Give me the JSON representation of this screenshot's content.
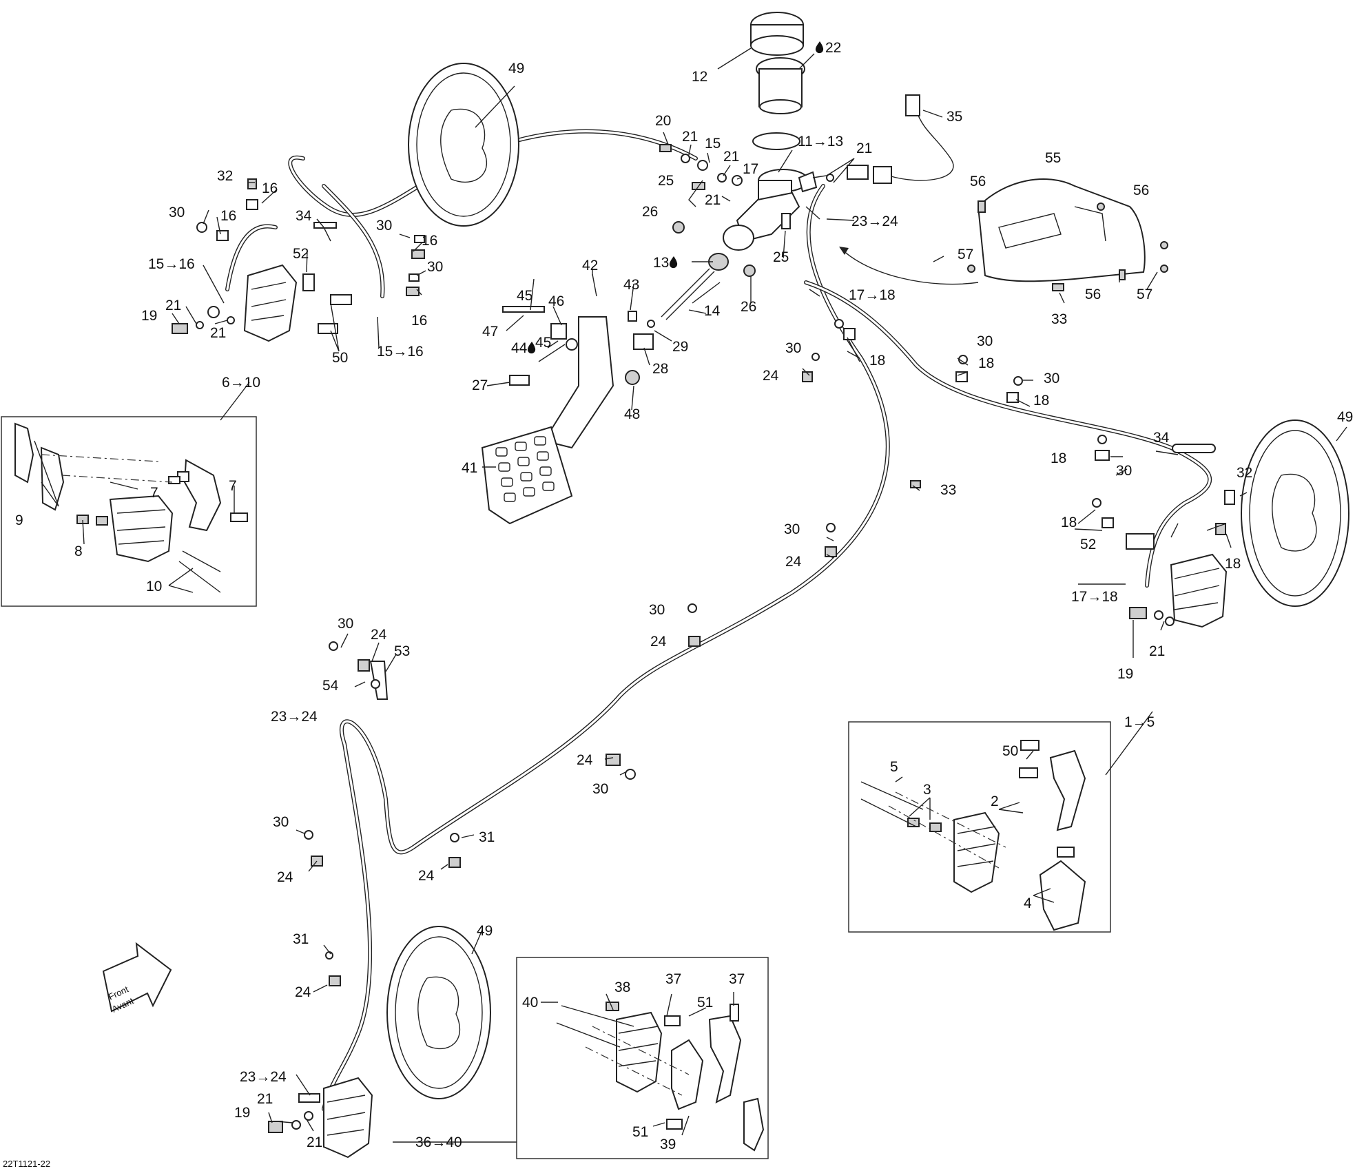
{
  "diagram": {
    "drawing_code": "22T1121-22",
    "front_label": [
      "Front",
      "Avant"
    ],
    "callouts": [
      {
        "id": "c12",
        "text": "12"
      },
      {
        "id": "c22",
        "text": "22"
      },
      {
        "id": "c49a",
        "text": "49"
      },
      {
        "id": "c35",
        "text": "35"
      },
      {
        "id": "c20",
        "text": "20"
      },
      {
        "id": "c21a",
        "text": "21"
      },
      {
        "id": "c15a",
        "text": "15"
      },
      {
        "id": "c21b",
        "text": "21"
      },
      {
        "id": "c17",
        "text": "17"
      },
      {
        "id": "c11_13",
        "text": "11→13"
      },
      {
        "id": "c21c",
        "text": "21"
      },
      {
        "id": "c55",
        "text": "55"
      },
      {
        "id": "c56a",
        "text": "56"
      },
      {
        "id": "c56b",
        "text": "56"
      },
      {
        "id": "c25a",
        "text": "25"
      },
      {
        "id": "c21d",
        "text": "21"
      },
      {
        "id": "c23_24a",
        "text": "23→24"
      },
      {
        "id": "c26a",
        "text": "26"
      },
      {
        "id": "c25b",
        "text": "25"
      },
      {
        "id": "c13",
        "text": "13"
      },
      {
        "id": "c26b",
        "text": "26"
      },
      {
        "id": "c57a",
        "text": "57"
      },
      {
        "id": "c56c",
        "text": "56"
      },
      {
        "id": "c57b",
        "text": "57"
      },
      {
        "id": "c33a",
        "text": "33"
      },
      {
        "id": "c32a",
        "text": "32"
      },
      {
        "id": "c16a",
        "text": "16"
      },
      {
        "id": "c30a",
        "text": "30"
      },
      {
        "id": "c16b",
        "text": "16"
      },
      {
        "id": "c34a",
        "text": "34"
      },
      {
        "id": "c30b",
        "text": "30"
      },
      {
        "id": "c16c",
        "text": "16"
      },
      {
        "id": "c30c",
        "text": "30"
      },
      {
        "id": "c16d",
        "text": "16"
      },
      {
        "id": "c52a",
        "text": "52"
      },
      {
        "id": "c15_16a",
        "text": "15→16"
      },
      {
        "id": "c19a",
        "text": "19"
      },
      {
        "id": "c21e",
        "text": "21"
      },
      {
        "id": "c21f",
        "text": "21"
      },
      {
        "id": "c50a",
        "text": "50"
      },
      {
        "id": "c15_16b",
        "text": "15→16"
      },
      {
        "id": "c6_10",
        "text": "6→10"
      },
      {
        "id": "c42",
        "text": "42"
      },
      {
        "id": "c43",
        "text": "43"
      },
      {
        "id": "c14",
        "text": "14"
      },
      {
        "id": "c45a",
        "text": "45"
      },
      {
        "id": "c46",
        "text": "46"
      },
      {
        "id": "c47",
        "text": "47"
      },
      {
        "id": "c44",
        "text": "44"
      },
      {
        "id": "c45b",
        "text": "45"
      },
      {
        "id": "c29",
        "text": "29"
      },
      {
        "id": "c28",
        "text": "28"
      },
      {
        "id": "c27",
        "text": "27"
      },
      {
        "id": "c48",
        "text": "48"
      },
      {
        "id": "c41",
        "text": "41"
      },
      {
        "id": "c17_18a",
        "text": "17→18"
      },
      {
        "id": "c30d",
        "text": "30"
      },
      {
        "id": "c18a",
        "text": "18"
      },
      {
        "id": "c24a",
        "text": "24"
      },
      {
        "id": "c30e",
        "text": "30"
      },
      {
        "id": "c18b",
        "text": "18"
      },
      {
        "id": "c30f",
        "text": "30"
      },
      {
        "id": "c18c",
        "text": "18"
      },
      {
        "id": "c49b",
        "text": "49"
      },
      {
        "id": "c34b",
        "text": "34"
      },
      {
        "id": "c18d",
        "text": "18"
      },
      {
        "id": "c30g",
        "text": "30"
      },
      {
        "id": "c32b",
        "text": "32"
      },
      {
        "id": "c18e",
        "text": "18"
      },
      {
        "id": "c52b",
        "text": "52"
      },
      {
        "id": "c18f",
        "text": "18"
      },
      {
        "id": "c17_18b",
        "text": "17→18"
      },
      {
        "id": "c21g",
        "text": "21"
      },
      {
        "id": "c19b",
        "text": "19"
      },
      {
        "id": "c33b",
        "text": "33"
      },
      {
        "id": "c30h",
        "text": "30"
      },
      {
        "id": "c24b",
        "text": "24"
      },
      {
        "id": "c9",
        "text": "9"
      },
      {
        "id": "c7a",
        "text": "7"
      },
      {
        "id": "c7b",
        "text": "7"
      },
      {
        "id": "c8",
        "text": "8"
      },
      {
        "id": "c10",
        "text": "10"
      },
      {
        "id": "c30i",
        "text": "30"
      },
      {
        "id": "c24c",
        "text": "24"
      },
      {
        "id": "c30j",
        "text": "30"
      },
      {
        "id": "c24d",
        "text": "24"
      },
      {
        "id": "c53",
        "text": "53"
      },
      {
        "id": "c54",
        "text": "54"
      },
      {
        "id": "c23_24b",
        "text": "23→24"
      },
      {
        "id": "c1_5",
        "text": "1→5"
      },
      {
        "id": "c50b",
        "text": "50"
      },
      {
        "id": "c5",
        "text": "5"
      },
      {
        "id": "c3",
        "text": "3"
      },
      {
        "id": "c2",
        "text": "2"
      },
      {
        "id": "c4",
        "text": "4"
      },
      {
        "id": "c24e",
        "text": "24"
      },
      {
        "id": "c30k",
        "text": "30"
      },
      {
        "id": "c30l",
        "text": "30"
      },
      {
        "id": "c31a",
        "text": "31"
      },
      {
        "id": "c24f",
        "text": "24"
      },
      {
        "id": "c24g",
        "text": "24"
      },
      {
        "id": "c31b",
        "text": "31"
      },
      {
        "id": "c24h",
        "text": "24"
      },
      {
        "id": "c49c",
        "text": "49"
      },
      {
        "id": "c40",
        "text": "40"
      },
      {
        "id": "c38",
        "text": "38"
      },
      {
        "id": "c37a",
        "text": "37"
      },
      {
        "id": "c51a",
        "text": "51"
      },
      {
        "id": "c37b",
        "text": "37"
      },
      {
        "id": "c23_24c",
        "text": "23→24"
      },
      {
        "id": "c19c",
        "text": "19"
      },
      {
        "id": "c21h",
        "text": "21"
      },
      {
        "id": "c21i",
        "text": "21"
      },
      {
        "id": "c36_40",
        "text": "36→40"
      },
      {
        "id": "c51b",
        "text": "51"
      },
      {
        "id": "c39",
        "text": "39"
      }
    ]
  }
}
